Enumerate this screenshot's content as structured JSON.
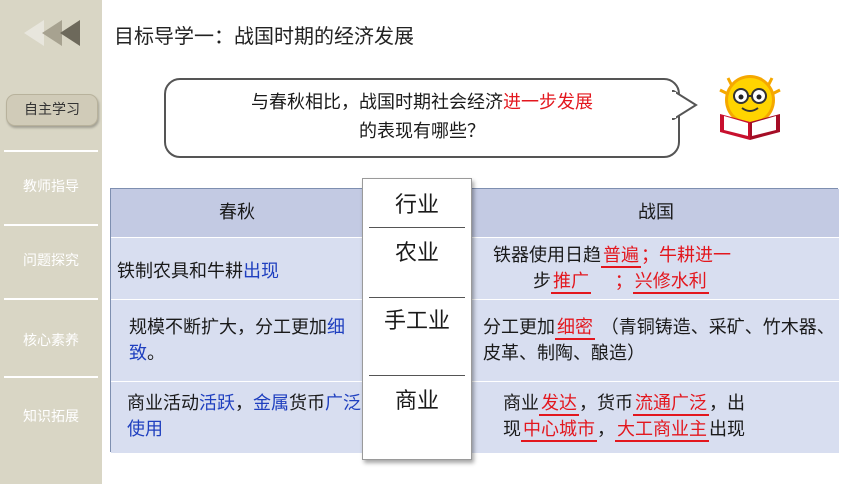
{
  "sidebar": {
    "items": [
      {
        "label": "自主学习",
        "active": true
      },
      {
        "label": "教师指导"
      },
      {
        "label": "问题探究"
      },
      {
        "label": "核心素养"
      },
      {
        "label": "知识拓展"
      }
    ]
  },
  "header": {
    "title": "目标导学一：战国时期的经济发展"
  },
  "bubble": {
    "line1_prefix": "与春秋相比，战国时期社会经济",
    "line1_highlight": "进一步发展",
    "line2": "的表现有哪些？"
  },
  "table": {
    "header": {
      "left": "春秋",
      "right": "战国"
    },
    "center_labels": [
      "行业",
      "农业",
      "手工业",
      "商业"
    ],
    "rows": {
      "agri": {
        "left_prefix": "铁制农具和牛耕",
        "left_highlight": "出现",
        "right_a": "铁器使用日趋",
        "right_b": "普遍",
        "right_c": "；牛耕进一",
        "right_d": "步",
        "right_e": "推广",
        "right_f": "；",
        "right_g": "兴修水利"
      },
      "craft": {
        "left_prefix": "规模不断扩大，分工更加",
        "left_highlight": "细致",
        "left_suffix": "。",
        "right_a": "分工更加",
        "right_b": "细密",
        "right_c": "（青铜铸造、采矿、竹木器、皮革、制陶、酿造）"
      },
      "commerce": {
        "left_a": "商业活动",
        "left_b": "活跃",
        "left_c": "，",
        "left_d": "金属",
        "left_e": "货币",
        "left_f": "广泛使用",
        "right_a": "商业",
        "right_b": "发达",
        "right_c": "，货币",
        "right_d": "流通广泛",
        "right_e": "，出",
        "right_f": "现",
        "right_g": "中心城市",
        "right_h": "，",
        "right_i": "大工商业主",
        "right_j": "出现"
      }
    }
  },
  "colors": {
    "sidebar": "#d9d6c5",
    "table_bg": "#d8def0",
    "highlight_red": "#e3171e",
    "highlight_blue": "#1f3fbf"
  }
}
